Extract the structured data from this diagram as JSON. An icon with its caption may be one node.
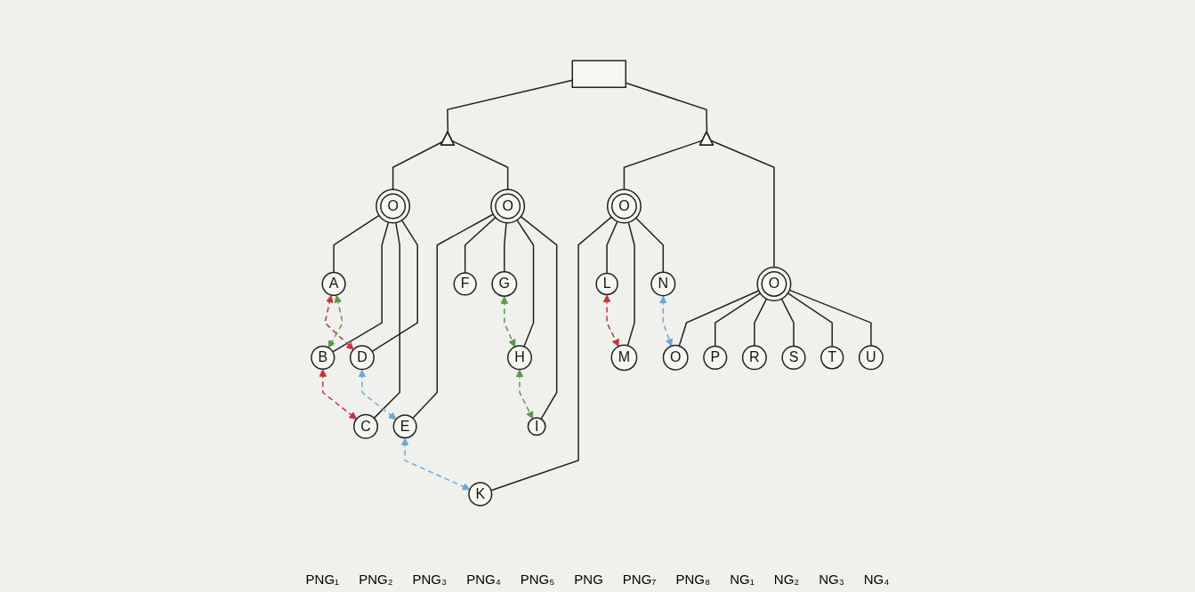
{
  "diagram": {
    "nodes": [
      {
        "text": [],
        "shape": "box"
      },
      {
        "text": [],
        "shape": "triangle"
      },
      {
        "text": [],
        "shape": "triangle"
      },
      {
        "text": [
          "O"
        ]
      },
      {
        "text": [
          "O"
        ]
      },
      {
        "text": [
          "O"
        ]
      },
      {
        "text": [
          "O"
        ]
      },
      {
        "text": [
          "A"
        ]
      },
      {
        "text": [
          "B"
        ]
      },
      {
        "text": [
          "C"
        ]
      },
      {
        "text": [
          "D"
        ]
      },
      {
        "text": [
          "E"
        ]
      },
      {
        "text": [
          "F"
        ]
      },
      {
        "text": [
          "G"
        ]
      },
      {
        "text": [
          "H"
        ]
      },
      {
        "text": [
          "I"
        ]
      },
      {
        "text": [
          "K"
        ]
      },
      {
        "text": [
          "L"
        ]
      },
      {
        "text": [
          "M"
        ]
      },
      {
        "text": [
          "N"
        ]
      },
      {
        "text": [
          "O"
        ]
      },
      {
        "text": [
          "P"
        ]
      },
      {
        "text": [
          "R"
        ]
      },
      {
        "text": [
          "S"
        ]
      },
      {
        "text": [
          "T"
        ]
      },
      {
        "text": [
          "U"
        ]
      }
    ],
    "edges": [
      {
        "from": 0,
        "to": 1,
        "arrow": "none"
      },
      {
        "from": 0,
        "to": 2,
        "arrow": "none"
      },
      {
        "from": 1,
        "to": 3,
        "arrow": "none"
      },
      {
        "from": 1,
        "to": 4,
        "arrow": "none"
      },
      {
        "from": 2,
        "to": 5,
        "arrow": "none"
      },
      {
        "from": 2,
        "to": 6,
        "arrow": "none"
      },
      {
        "from": 3,
        "to": 7,
        "arrow": "none"
      },
      {
        "from": 3,
        "to": 8,
        "arrow": "none"
      },
      {
        "from": 3,
        "to": 9,
        "arrow": "none"
      },
      {
        "from": 3,
        "to": 10,
        "arrow": "none"
      },
      {
        "from": 4,
        "to": 11,
        "arrow": "none"
      },
      {
        "from": 4,
        "to": 12,
        "arrow": "none"
      },
      {
        "from": 4,
        "to": 13,
        "arrow": "none"
      },
      {
        "from": 4,
        "to": 14,
        "arrow": "none"
      },
      {
        "from": 4,
        "to": 15,
        "arrow": "none"
      },
      {
        "from": 5,
        "to": 16,
        "arrow": "none"
      },
      {
        "from": 5,
        "to": 17,
        "arrow": "none"
      },
      {
        "from": 5,
        "to": 18,
        "arrow": "none"
      },
      {
        "from": 5,
        "to": 19,
        "arrow": "none"
      },
      {
        "from": 6,
        "to": 20,
        "arrow": "none"
      },
      {
        "from": 6,
        "to": 21,
        "arrow": "none"
      },
      {
        "from": 6,
        "to": 22,
        "arrow": "none"
      },
      {
        "from": 6,
        "to": 23,
        "arrow": "none"
      },
      {
        "from": 6,
        "to": 24,
        "arrow": "none"
      },
      {
        "from": 6,
        "to": 25,
        "arrow": "none"
      },
      {
        "from": 7,
        "to": 10,
        "arrow": "both",
        "style": "dashed",
        "color": "#c8323c"
      },
      {
        "from": 8,
        "to": 9,
        "arrow": "both",
        "style": "dashed",
        "color": "#c8323c"
      },
      {
        "from": 7,
        "to": 8,
        "arrow": "both",
        "style": "dashed",
        "color": "#5a9a4a"
      },
      {
        "from": 13,
        "to": 14,
        "arrow": "both",
        "style": "dashed",
        "color": "#5a9a4a"
      },
      {
        "from": 14,
        "to": 15,
        "arrow": "both",
        "style": "dashed",
        "color": "#5a9a4a"
      },
      {
        "from": 17,
        "to": 18,
        "arrow": "both",
        "style": "dashed",
        "color": "#c8323c"
      },
      {
        "from": 10,
        "to": 11,
        "arrow": "both",
        "style": "dashed",
        "color": "#6aa8d8"
      },
      {
        "from": 11,
        "to": 16,
        "arrow": "both",
        "style": "dashed",
        "color": "#6aa8d8"
      },
      {
        "from": 19,
        "to": 20,
        "arrow": "both",
        "style": "dashed",
        "color": "#6aa8d8"
      }
    ],
    "labels": [
      "PNG₁",
      "PNG₂",
      "PNG₃",
      "PNG₄",
      "PNG₅",
      "PNG",
      "PNG₇",
      "PNG₈",
      "NG₁",
      "NG₂",
      "NG₃",
      "NG₄"
    ]
  }
}
